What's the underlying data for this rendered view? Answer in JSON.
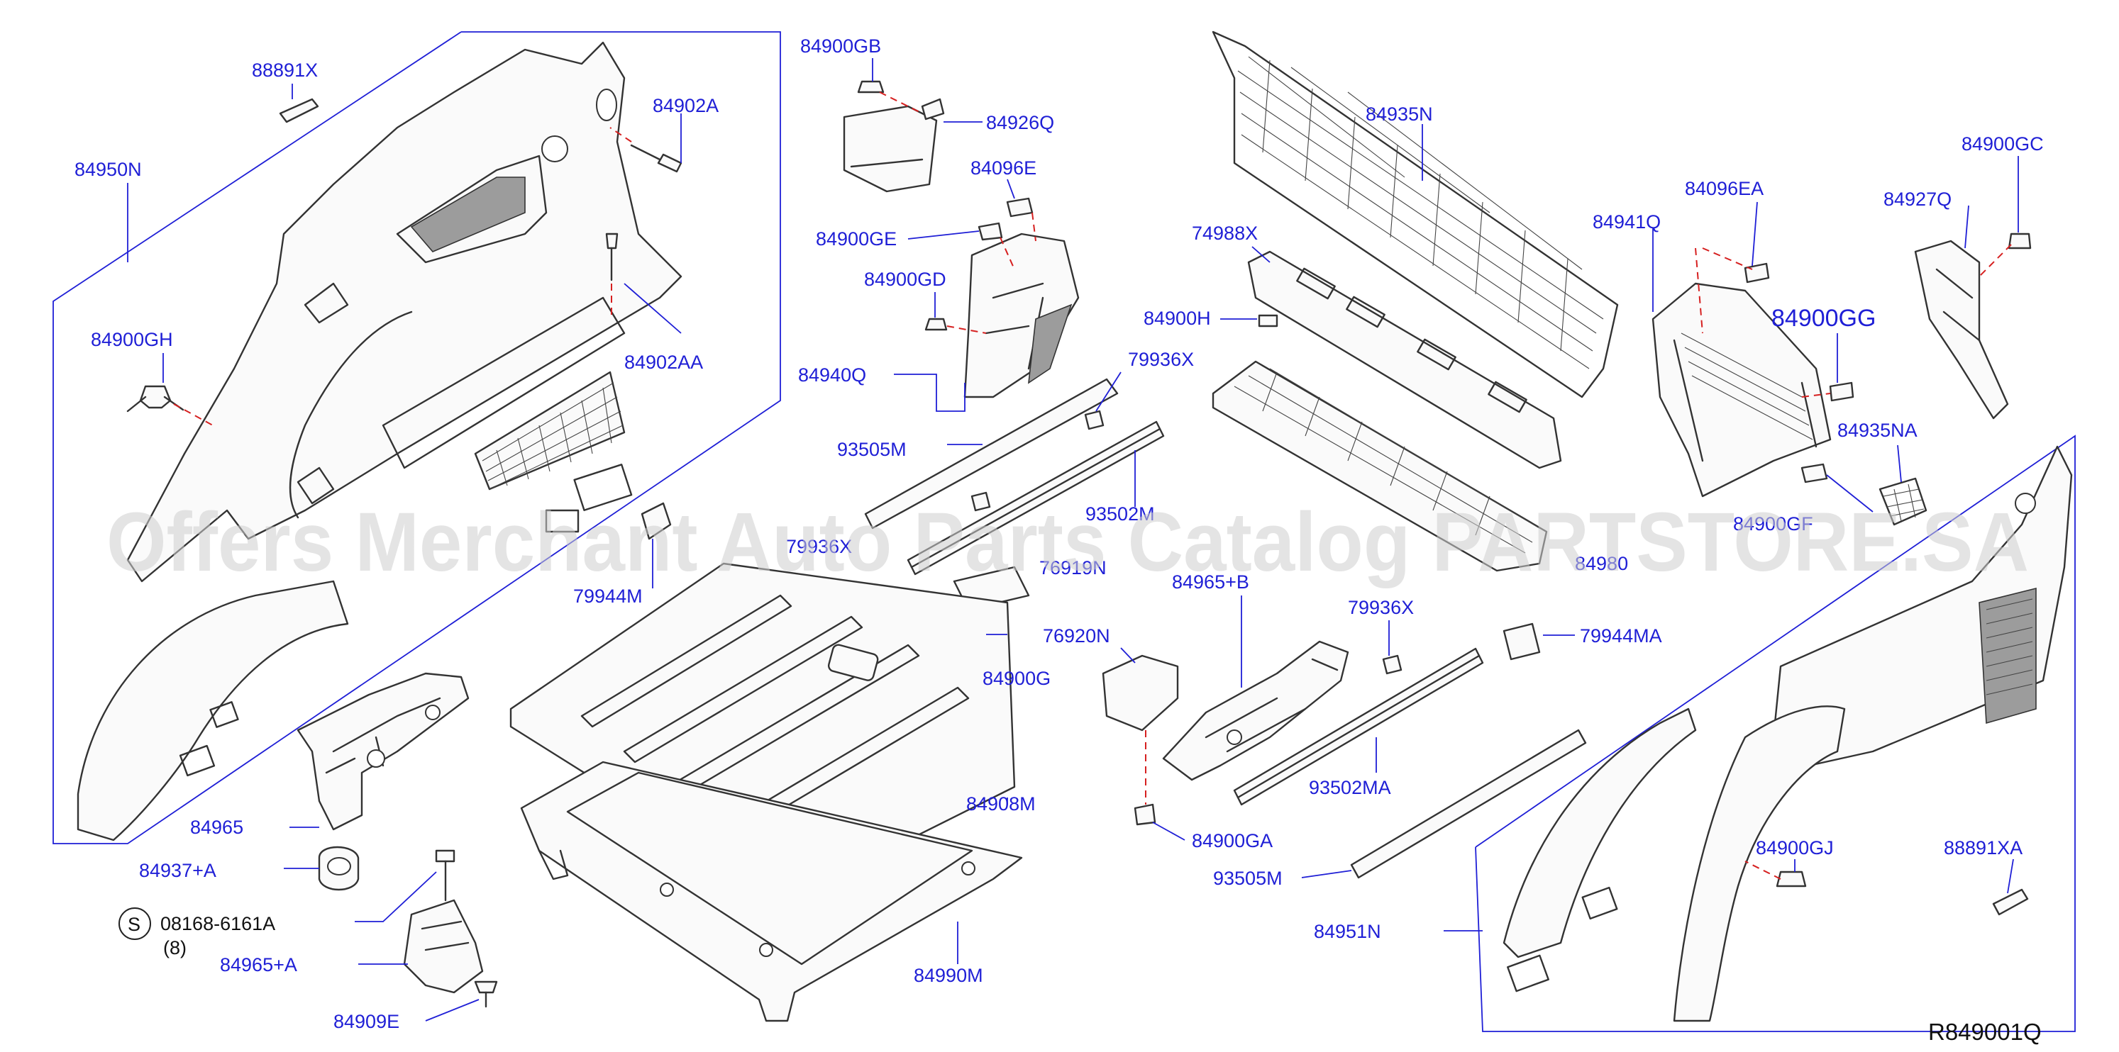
{
  "diagram": {
    "code": "R849001Q",
    "watermark": "Offers Merchant Auto Parts Catalog PARTSTORE.SA",
    "labels": [
      {
        "id": "88891X",
        "text": "88891X"
      },
      {
        "id": "84950N",
        "text": "84950N"
      },
      {
        "id": "84902A",
        "text": "84902A"
      },
      {
        "id": "84902AA",
        "text": "84902AA"
      },
      {
        "id": "84900GH",
        "text": "84900GH"
      },
      {
        "id": "79944M",
        "text": "79944M"
      },
      {
        "id": "84965",
        "text": "84965"
      },
      {
        "id": "84937A",
        "text": "84937+A"
      },
      {
        "id": "08168-6161A",
        "text": "08168-6161A"
      },
      {
        "id": "qty8",
        "text": "(8)"
      },
      {
        "id": "84965A",
        "text": "84965+A"
      },
      {
        "id": "84909E",
        "text": "84909E"
      },
      {
        "id": "84900GB",
        "text": "84900GB"
      },
      {
        "id": "84926Q",
        "text": "84926Q"
      },
      {
        "id": "84096E",
        "text": "84096E"
      },
      {
        "id": "84900GE",
        "text": "84900GE"
      },
      {
        "id": "84900GD",
        "text": "84900GD"
      },
      {
        "id": "84940Q",
        "text": "84940Q"
      },
      {
        "id": "79936X",
        "text": "79936X"
      },
      {
        "id": "93505M",
        "text": "93505M"
      },
      {
        "id": "93502M",
        "text": "93502M"
      },
      {
        "id": "79936X-b",
        "text": "79936X"
      },
      {
        "id": "76919N",
        "text": "76919N"
      },
      {
        "id": "84900G",
        "text": "84900G"
      },
      {
        "id": "84908M",
        "text": "84908M"
      },
      {
        "id": "84990M",
        "text": "84990M"
      },
      {
        "id": "84935N",
        "text": "84935N"
      },
      {
        "id": "74988X",
        "text": "74988X"
      },
      {
        "id": "84900H",
        "text": "84900H"
      },
      {
        "id": "84965B",
        "text": "84965+B"
      },
      {
        "id": "76920N",
        "text": "76920N"
      },
      {
        "id": "84900GA",
        "text": "84900GA"
      },
      {
        "id": "79936X-c",
        "text": "79936X"
      },
      {
        "id": "93502MA",
        "text": "93502MA"
      },
      {
        "id": "93505M-b",
        "text": "93505M"
      },
      {
        "id": "79944MA",
        "text": "79944MA"
      },
      {
        "id": "84980",
        "text": "84980"
      },
      {
        "id": "84951N",
        "text": "84951N"
      },
      {
        "id": "84096EA",
        "text": "84096EA"
      },
      {
        "id": "84941Q",
        "text": "84941Q"
      },
      {
        "id": "84900GG",
        "text": "84900GG"
      },
      {
        "id": "84900GF",
        "text": "84900GF"
      },
      {
        "id": "84935NA",
        "text": "84935NA"
      },
      {
        "id": "84927Q",
        "text": "84927Q"
      },
      {
        "id": "84900GC",
        "text": "84900GC"
      },
      {
        "id": "84900GJ",
        "text": "84900GJ"
      },
      {
        "id": "88891XA",
        "text": "88891XA"
      }
    ],
    "screw_symbol": "S"
  }
}
